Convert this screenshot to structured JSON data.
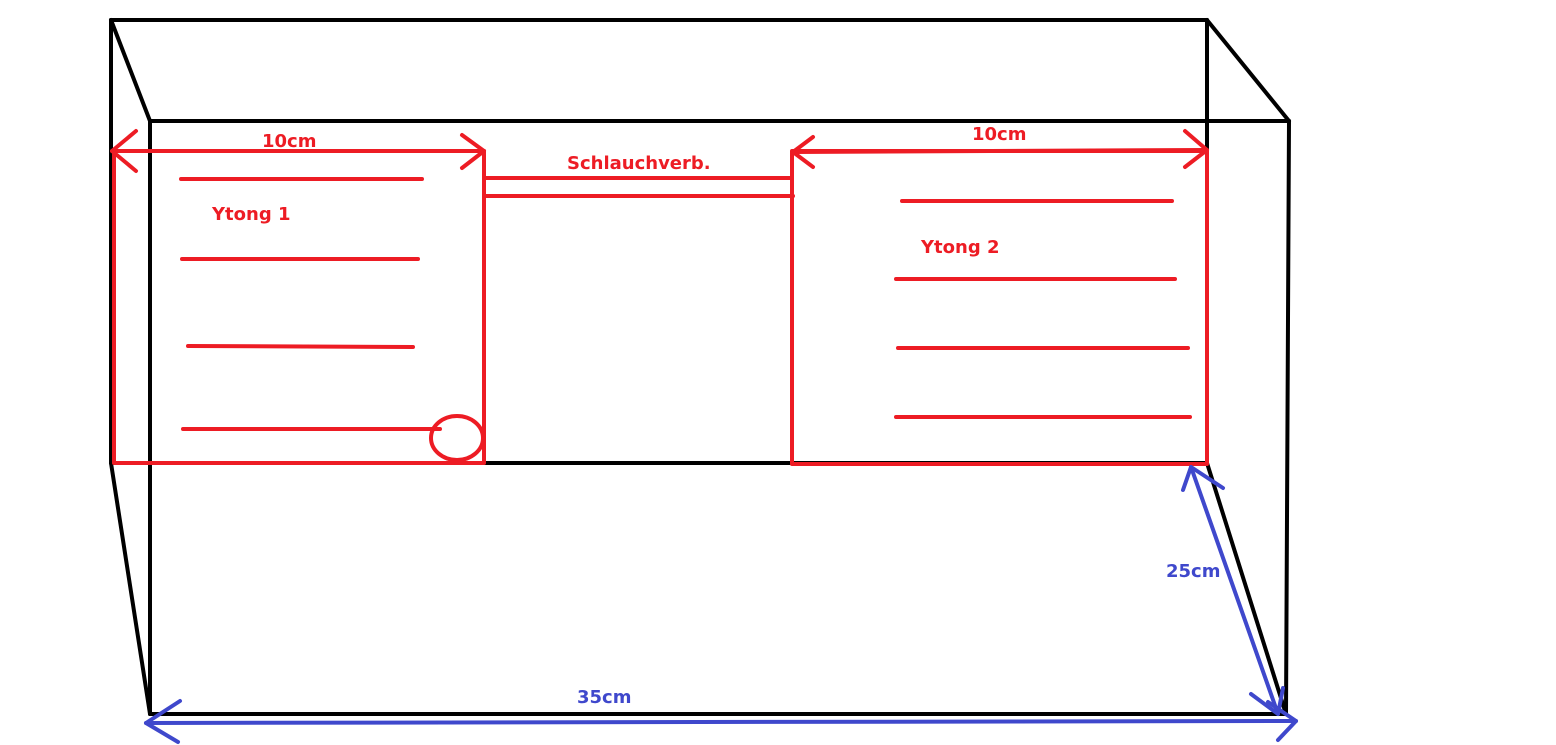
{
  "colors": {
    "box_outline": "#000000",
    "ytong_and_tube": "#ed1c24",
    "dimension_blue": "#3f48cc"
  },
  "labels": {
    "ytong1": "Ytong 1",
    "ytong2": "Ytong 2",
    "width_ytong1": "10cm",
    "width_ytong2": "10cm",
    "tube_connection": "Schlauchverb.",
    "depth": "25cm",
    "length": "35cm"
  }
}
